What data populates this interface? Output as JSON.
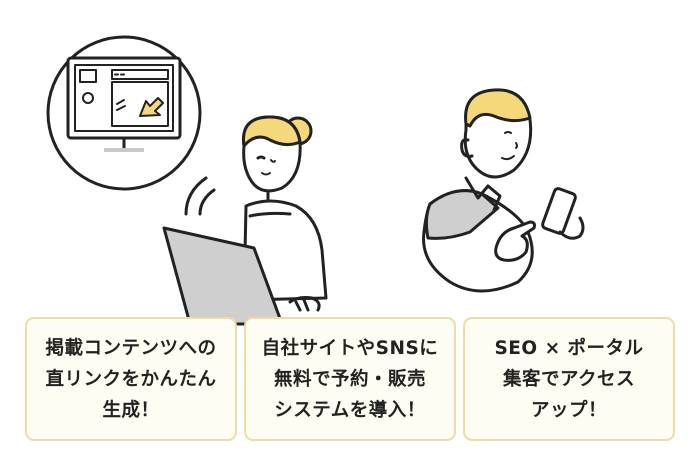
{
  "cards": [
    {
      "lines": [
        "掲載コンテンツへの",
        "直リンクをかんたん",
        "生成！"
      ]
    },
    {
      "lines": [
        "自社サイトやSNSに",
        "無料で予約・販売",
        "システムを導入！"
      ]
    },
    {
      "lines": [
        "SEO × ポータル",
        "集客でアクセス",
        "アップ！"
      ]
    }
  ],
  "colors": {
    "line": "#222222",
    "hair": "#f4d87a",
    "gray": "#cfcfcf",
    "card_border": "#eddca3",
    "card_bg": "#fffdf3"
  },
  "icons": [
    "monitor-icon",
    "cursor-arrow-icon",
    "signal-waves-icon",
    "smartphone-icon",
    "laptop-icon"
  ]
}
